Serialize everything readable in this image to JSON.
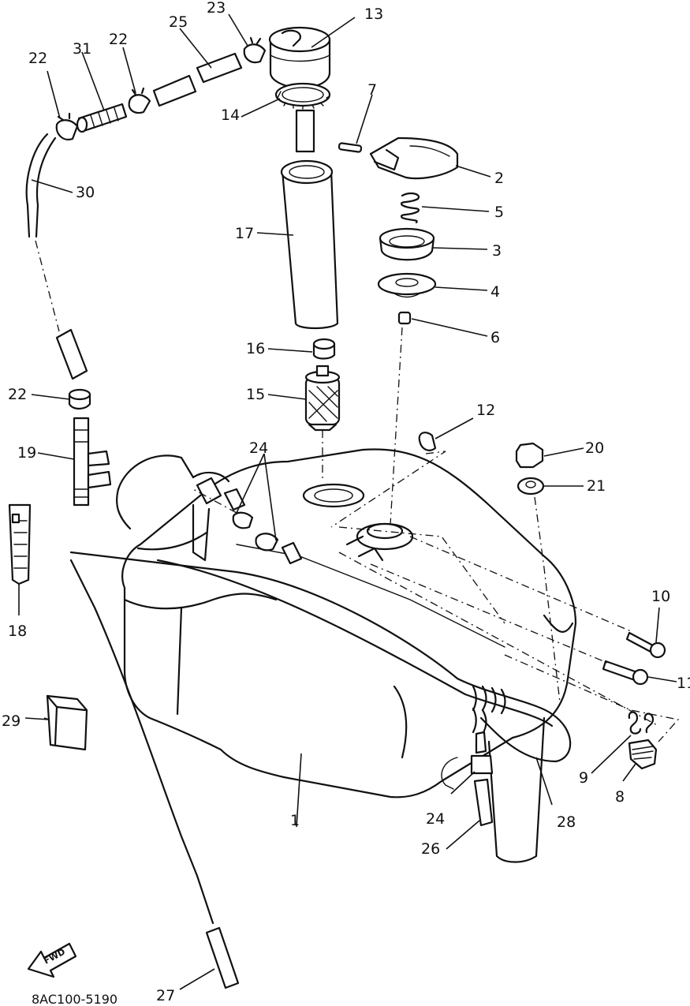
{
  "diagram": {
    "code": "8AC100-5190",
    "fwd_label": "FWD",
    "callouts": {
      "c1": "1",
      "c2": "2",
      "c3": "3",
      "c4": "4",
      "c5": "5",
      "c6": "6",
      "c7": "7",
      "c8": "8",
      "c9": "9",
      "c10": "10",
      "c11": "11",
      "c12": "12",
      "c13": "13",
      "c14": "14",
      "c15": "15",
      "c16": "16",
      "c17": "17",
      "c18": "18",
      "c19": "19",
      "c20": "20",
      "c21": "21",
      "c22a": "22",
      "c22b": "22",
      "c22c": "22",
      "c23": "23",
      "c24a": "24",
      "c24b": "24",
      "c25": "25",
      "c26": "26",
      "c27": "27",
      "c28": "28",
      "c29": "29",
      "c30": "30",
      "c31": "31"
    }
  }
}
